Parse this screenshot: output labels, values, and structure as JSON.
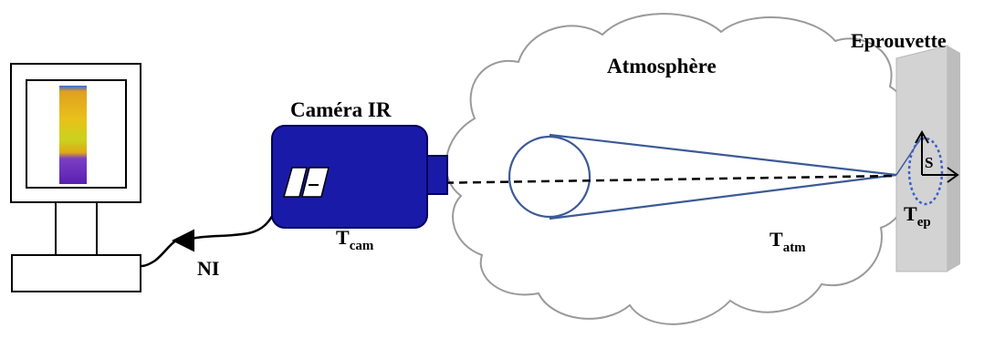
{
  "labels": {
    "camera": "Caméra IR",
    "atmosphere": "Atmosphère",
    "specimen": "Eprouvette",
    "link": "NI",
    "surface": "S"
  },
  "temperatures": {
    "camera": {
      "main": "T",
      "sub": "cam"
    },
    "atmosphere": {
      "main": "T",
      "sub": "atm"
    },
    "specimen": {
      "main": "T",
      "sub": "ep"
    }
  },
  "colors": {
    "camera_body": "#1a1aa8",
    "optics_line": "#3c5a96",
    "cloud_outline": "#9a9a9a",
    "specimen_fill": "#d3d3d3",
    "surface_spot": "#3a5fcd"
  },
  "icons": {
    "computer": "computer-monitor-icon",
    "thermal_image": "thermal-image-icon",
    "camera": "ir-camera-icon",
    "cloud": "cloud-icon"
  }
}
